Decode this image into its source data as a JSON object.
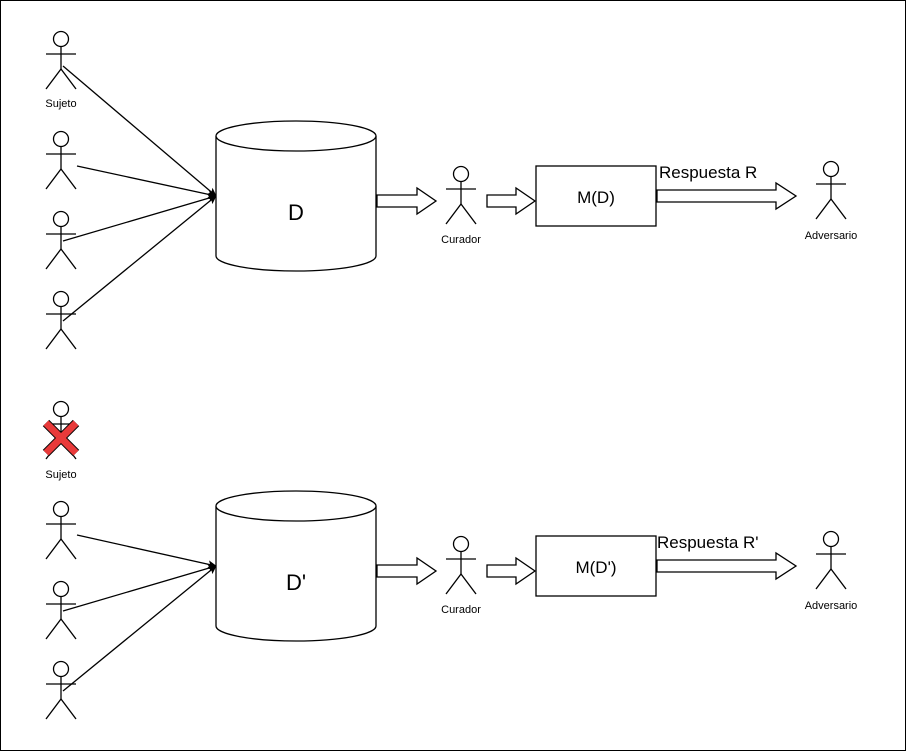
{
  "top": {
    "subject_label": "Sujeto",
    "database_label": "D",
    "curator_label": "Curador",
    "mechanism_label": "M(D)",
    "response_label": "Respuesta R",
    "adversary_label": "Adversario"
  },
  "bottom": {
    "subject_label": "Sujeto",
    "database_label": "D'",
    "curator_label": "Curador",
    "mechanism_label": "M(D')",
    "response_label": "Respuesta R'",
    "adversary_label": "Adversario"
  },
  "colors": {
    "removed_mark": "#e83a3a"
  }
}
